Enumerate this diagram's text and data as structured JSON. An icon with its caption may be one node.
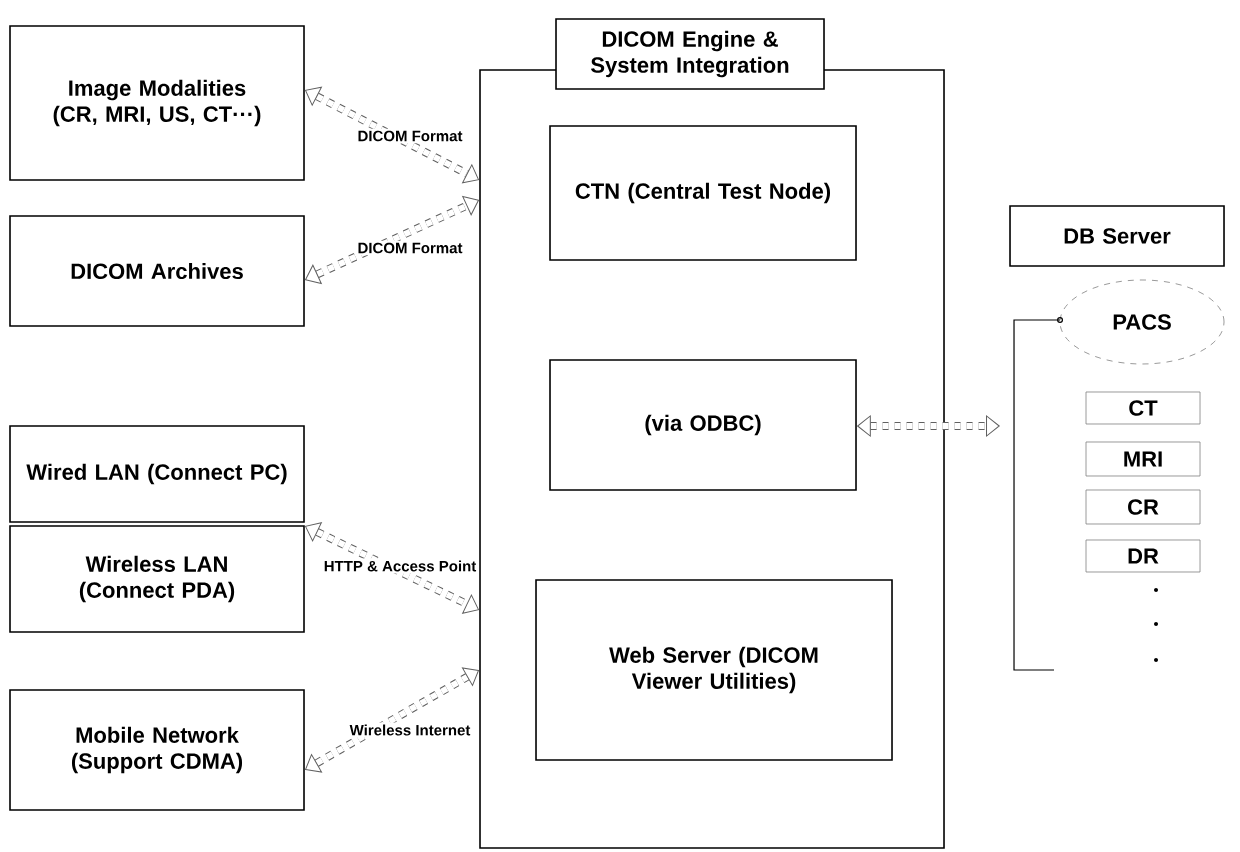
{
  "diagram": {
    "nodes": [
      {
        "text": [
          "Image Modalities (CR, MRI, US, CT···)"
        ]
      },
      {
        "text": [
          "DICOM Archives"
        ]
      },
      {
        "text": [
          "Wired LAN (Connect PC)"
        ]
      },
      {
        "text": [
          "Wireless LAN (Connect PDA)"
        ]
      },
      {
        "text": [
          "Mobile Network (Support CDMA)"
        ]
      },
      {
        "text": [
          "DICOM Engine & System Integration"
        ]
      },
      {
        "text": [
          "CTN (Central Test Node)"
        ],
        "in": 5
      },
      {
        "text": [
          "(via ODBC)"
        ],
        "in": 5
      },
      {
        "text": [
          "Web Server (DICOM Viewer Utilities)"
        ],
        "in": 5
      },
      {
        "text": [
          "DB Server"
        ]
      },
      {
        "text": [
          "PACS"
        ]
      },
      {
        "text": [
          "CT"
        ]
      },
      {
        "text": [
          "MRI"
        ]
      },
      {
        "text": [
          "CR"
        ]
      },
      {
        "text": [
          "DR"
        ]
      }
    ],
    "edges": [
      {
        "from": 0,
        "to": 5,
        "arrow": "both",
        "label": "DICOM Format",
        "style": "dashed"
      },
      {
        "from": 1,
        "to": 5,
        "arrow": "both",
        "label": "DICOM Format",
        "style": "dashed"
      },
      {
        "from": 3,
        "to": 5,
        "arrow": "both",
        "label": "HTTP & Access Point",
        "style": "dashed"
      },
      {
        "from": 4,
        "to": 5,
        "arrow": "both",
        "label": "Wireless Internet",
        "style": "dashed"
      },
      {
        "from": 7,
        "to": null,
        "arrow": "both",
        "style": "dashed"
      }
    ]
  }
}
